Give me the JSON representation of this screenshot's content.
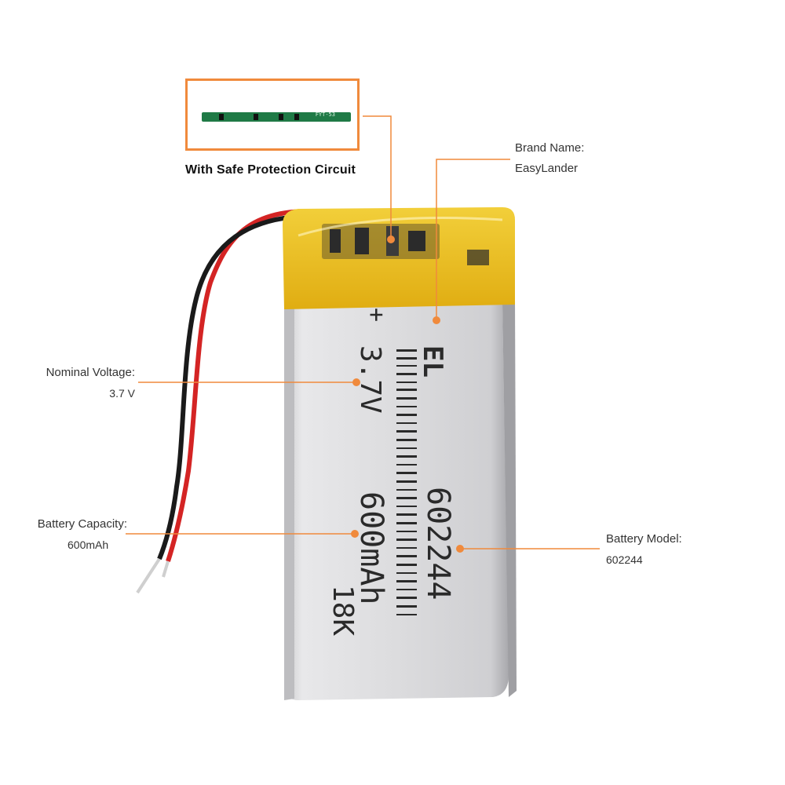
{
  "callouts": {
    "protection": {
      "caption": "With Safe Protection Circuit",
      "pcb_text": "FYT-53"
    },
    "brand": {
      "title": "Brand Name:",
      "value": "EasyLander"
    },
    "voltage": {
      "title": "Nominal Voltage:",
      "value": "3.7 V"
    },
    "capacity": {
      "title": "Battery  Capacity:",
      "value": "600mAh"
    },
    "model": {
      "title": "Battery Model:",
      "value": "602244"
    }
  },
  "battery_print": {
    "logo": "EL",
    "polarity": "+",
    "voltage": "3.7V",
    "model": "602244",
    "capacity": "600mAh",
    "code": "18K"
  },
  "colors": {
    "accent": "#f08a3c",
    "wire_red": "#d42424",
    "wire_black": "#1a1a1a",
    "tape_yellow": "#e8b820"
  }
}
